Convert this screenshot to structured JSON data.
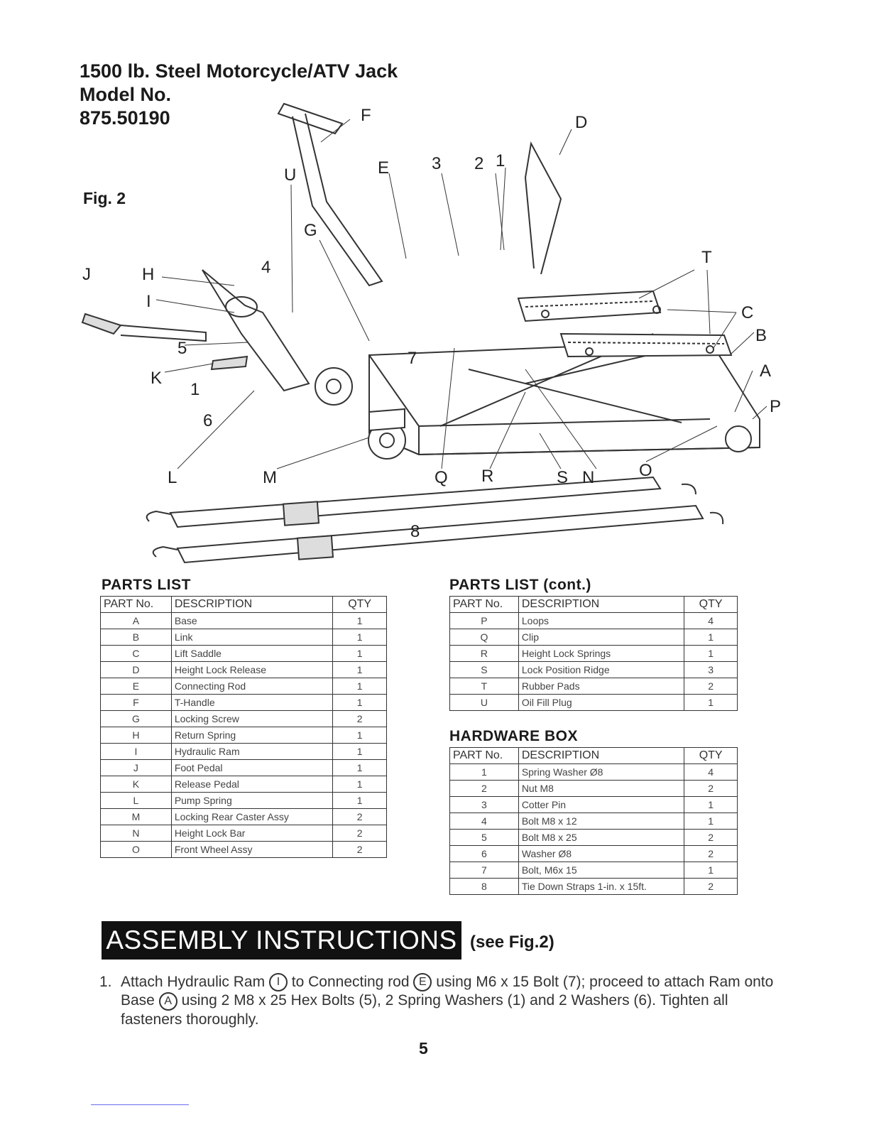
{
  "header": {
    "title_line1": "1500 lb. Steel Motorcycle/ATV Jack",
    "title_line2": "Model No.",
    "title_line3": "875.50190",
    "fig_label": "Fig. 2"
  },
  "diagram": {
    "callouts": [
      "F",
      "D",
      "U",
      "E",
      "3",
      "2",
      "1",
      "G",
      "J",
      "H",
      "4",
      "T",
      "I",
      "C",
      "B",
      "5",
      "7",
      "K",
      "A",
      "1",
      "6",
      "P",
      "L",
      "M",
      "Q",
      "R",
      "S",
      "N",
      "O",
      "8"
    ]
  },
  "parts_list": {
    "title": "PARTS LIST",
    "headers": [
      "PART No.",
      "DESCRIPTION",
      "QTY"
    ],
    "rows": [
      [
        "A",
        "Base",
        "1"
      ],
      [
        "B",
        "Link",
        "1"
      ],
      [
        "C",
        "Lift Saddle",
        "1"
      ],
      [
        "D",
        "Height Lock Release",
        "1"
      ],
      [
        "E",
        "Connecting Rod",
        "1"
      ],
      [
        "F",
        "T-Handle",
        "1"
      ],
      [
        "G",
        "Locking Screw",
        "2"
      ],
      [
        "H",
        "Return Spring",
        "1"
      ],
      [
        "I",
        "Hydraulic Ram",
        "1"
      ],
      [
        "J",
        "Foot Pedal",
        "1"
      ],
      [
        "K",
        "Release Pedal",
        "1"
      ],
      [
        "L",
        "Pump Spring",
        "1"
      ],
      [
        "M",
        "Locking Rear Caster Assy",
        "2"
      ],
      [
        "N",
        "Height Lock Bar",
        "2"
      ],
      [
        "O",
        "Front Wheel Assy",
        "2"
      ]
    ]
  },
  "parts_list_cont": {
    "title": "PARTS LIST (cont.)",
    "headers": [
      "PART No.",
      "DESCRIPTION",
      "QTY"
    ],
    "rows": [
      [
        "P",
        "Loops",
        "4"
      ],
      [
        "Q",
        "Clip",
        "1"
      ],
      [
        "R",
        "Height Lock Springs",
        "1"
      ],
      [
        "S",
        "Lock Position Ridge",
        "3"
      ],
      [
        "T",
        "Rubber Pads",
        "2"
      ],
      [
        "U",
        "Oil Fill Plug",
        "1"
      ]
    ]
  },
  "hardware_box": {
    "title": "HARDWARE BOX",
    "headers": [
      "PART No.",
      "DESCRIPTION",
      "QTY"
    ],
    "rows": [
      [
        "1",
        "Spring Washer Ø8",
        "4"
      ],
      [
        "2",
        "Nut M8",
        "2"
      ],
      [
        "3",
        "Cotter Pin",
        "1"
      ],
      [
        "4",
        "Bolt M8 x 12",
        "1"
      ],
      [
        "5",
        "Bolt M8 x 25",
        "2"
      ],
      [
        "6",
        "Washer Ø8",
        "2"
      ],
      [
        "7",
        "Bolt, M6x 15",
        "1"
      ],
      [
        "8",
        "Tie Down Straps 1-in. x 15ft.",
        "2"
      ]
    ]
  },
  "assembly": {
    "banner": "ASSEMBLY INSTRUCTIONS",
    "banner_sub": "(see Fig.2)",
    "step_number": "1.",
    "step_t1": "Attach Hydraulic Ram",
    "step_c1": "I",
    "step_t2": "to Connecting rod",
    "step_c2": "E",
    "step_t3": "using M6 x 15 Bolt (7); proceed to attach Ram onto Base",
    "step_c3": "A",
    "step_t4": "using 2 M8 x 25 Hex Bolts (5), 2 Spring Washers (1) and 2 Washers (6). Tighten all fasteners thoroughly."
  },
  "page_number": "5"
}
